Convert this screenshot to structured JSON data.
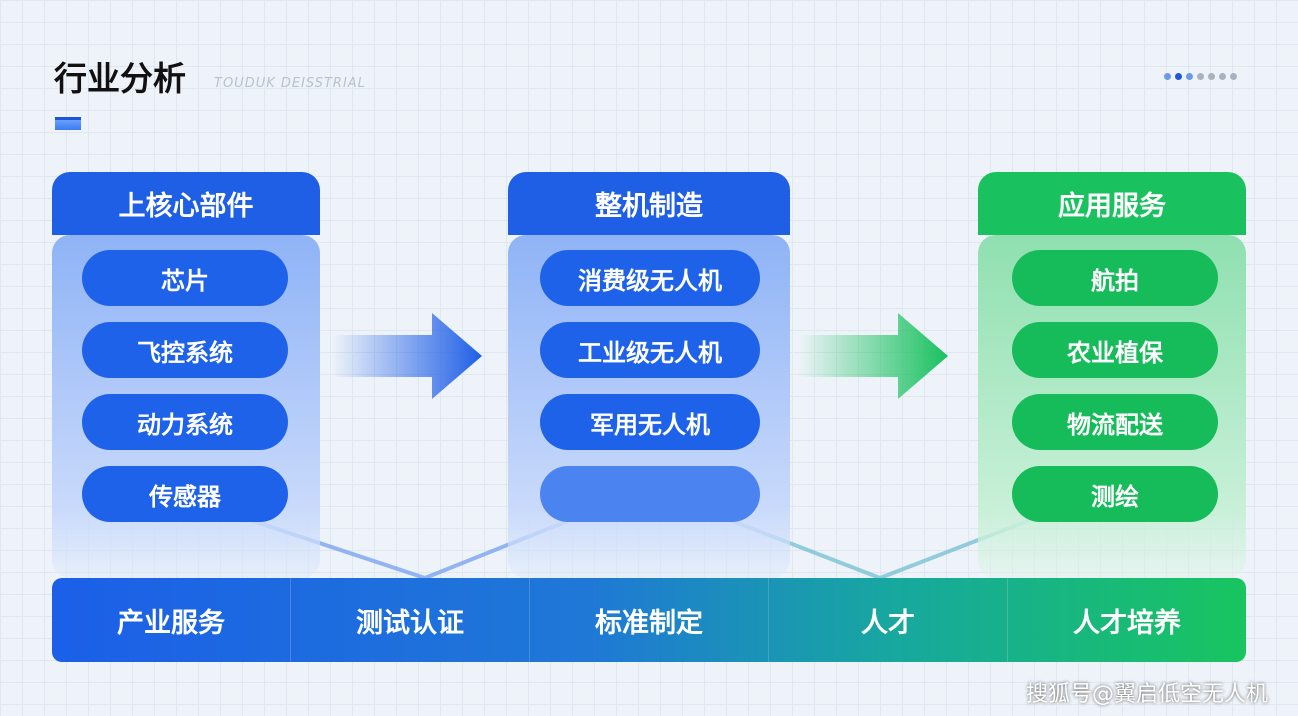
{
  "header": {
    "title": "行业分析",
    "subtitle": "TOUDUK DEISSTRIAL"
  },
  "columns": [
    {
      "title": "上核心部件",
      "items": [
        "芯片",
        "飞控系统",
        "动力系统",
        "传感器"
      ],
      "color": "#1f5fe6"
    },
    {
      "title": "整机制造",
      "items": [
        "消费级无人机",
        "工业级无人机",
        "军用无人机",
        ""
      ],
      "color": "#1f5fe6"
    },
    {
      "title": "应用服务",
      "items": [
        "航拍",
        "农业植保",
        "物流配送",
        "测绘"
      ],
      "color": "#19c15f"
    }
  ],
  "bottom": [
    "产业服务",
    "测试认证",
    "标准制定",
    "人才",
    "人才培养"
  ],
  "watermark": "搜狐号@翼启低空无人机"
}
